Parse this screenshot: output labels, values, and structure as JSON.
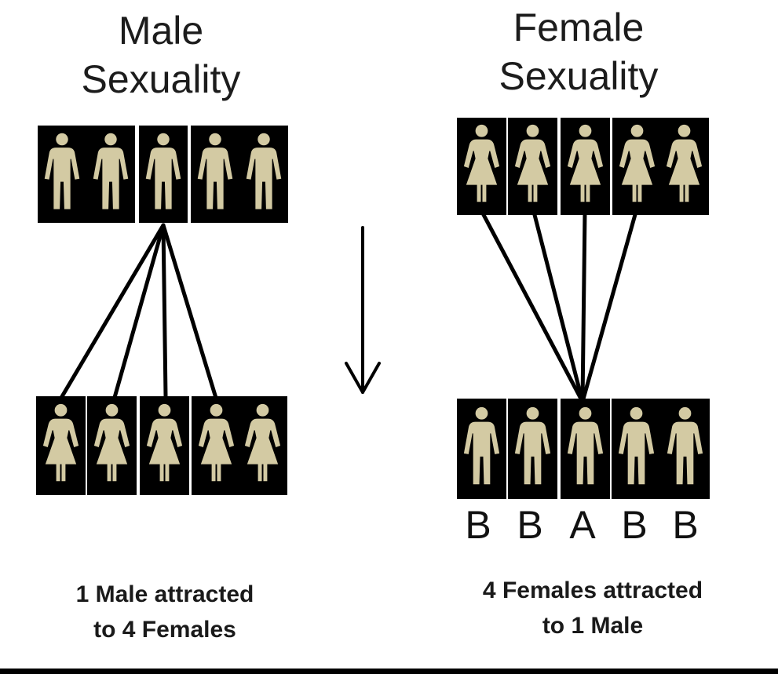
{
  "left_panel": {
    "title_line1": "Male",
    "title_line2": "Sexuality",
    "top_row": {
      "figure": "male",
      "count": 5
    },
    "bottom_row": {
      "figure": "female",
      "count": 5
    },
    "caption_line1": "1 Male attracted",
    "caption_line2": "to 4 Females"
  },
  "right_panel": {
    "title_line1": "Female",
    "title_line2": "Sexuality",
    "top_row": {
      "figure": "female",
      "count": 5
    },
    "bottom_row": {
      "figure": "male",
      "count": 5
    },
    "labels": [
      "B",
      "B",
      "A",
      "B",
      "B"
    ],
    "caption_line1": "4 Females attracted",
    "caption_line2": "to 1 Male"
  },
  "colors": {
    "tile": "#000000",
    "figure": "#d3caa3",
    "line": "#000000"
  },
  "icons": {
    "male": "male-figure-icon",
    "female": "female-figure-icon",
    "arrow": "down-arrow-icon"
  }
}
